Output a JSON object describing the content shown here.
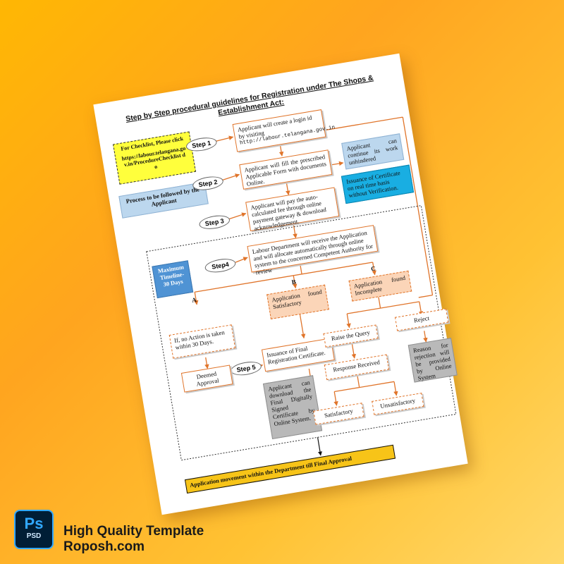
{
  "document": {
    "title_line1": "Step by Step procedural guidelines for Registration under The Shops &",
    "title_line2": "Establishment Act:"
  },
  "checklist": {
    "label": "For Checklist, Please click",
    "link_line1": "https://labour.telangana.go",
    "link_line2": "v.in/ProcedureChecklist d",
    "link_line3": "o"
  },
  "process_label": "Process to be followed by the Applicant",
  "steps": {
    "step1": "Step 1",
    "step2": "Step 2",
    "step3": "Step 3",
    "step4": "Step4",
    "step5": "Step 5"
  },
  "boxes": {
    "step1_text": "Applicant will create a login id by visiting",
    "step1_url": "http://labour.telangana.gov.in",
    "step2_text": "Applicant will fill the prescribed Applicable Form with documents Online.",
    "step3_text": "Applicant will pay the auto-calculated fee through online payment gateway & download acknowledgement.",
    "step4_text": "Labour Department will receive the Application and will allocate automatically through online system to the concerned Competent Authority for review",
    "continue_work": "Applicant can continue its work unhindered",
    "issuance_realtime": "Issuance of Certificate on real time basis without Verification.",
    "max_timeline": "Maximum Timeline- 30 Days",
    "found_satisfactory": "Application found Satisfactory",
    "found_incomplete": "Application found Incomplete",
    "no_action": "If, no Action is taken within 30 Days.",
    "deemed_approval": "Deemed Approval",
    "issuance_final": "Issuance of Final Registration Certificate.",
    "raise_query": "Raise the Query",
    "reject": "Reject",
    "rejection_reason": "Reason for rejection will be provided by Online System",
    "response_received": "Response Received",
    "download_cert": "Applicant can download the Final Digitally Signed Certificate by Online System.",
    "satisfactory": "Satisfactory",
    "unsatisfactory": "Unsatisfactory",
    "movement_footer": "Application movement within the Department till Final Approval"
  },
  "letters": {
    "a": "A",
    "b": "B",
    "c": "C"
  },
  "branding": {
    "ps_label": "Ps",
    "psd_label": "PSD",
    "line1": "High Quality Template",
    "line2": "Roposh.com"
  },
  "colors": {
    "background": "#ffb703",
    "accent_orange": "#e0742a",
    "checklist_yellow": "#ffff3c",
    "info_blue": "#4f93d4",
    "cyan": "#19aee2",
    "footer_gold": "#f7c418"
  }
}
